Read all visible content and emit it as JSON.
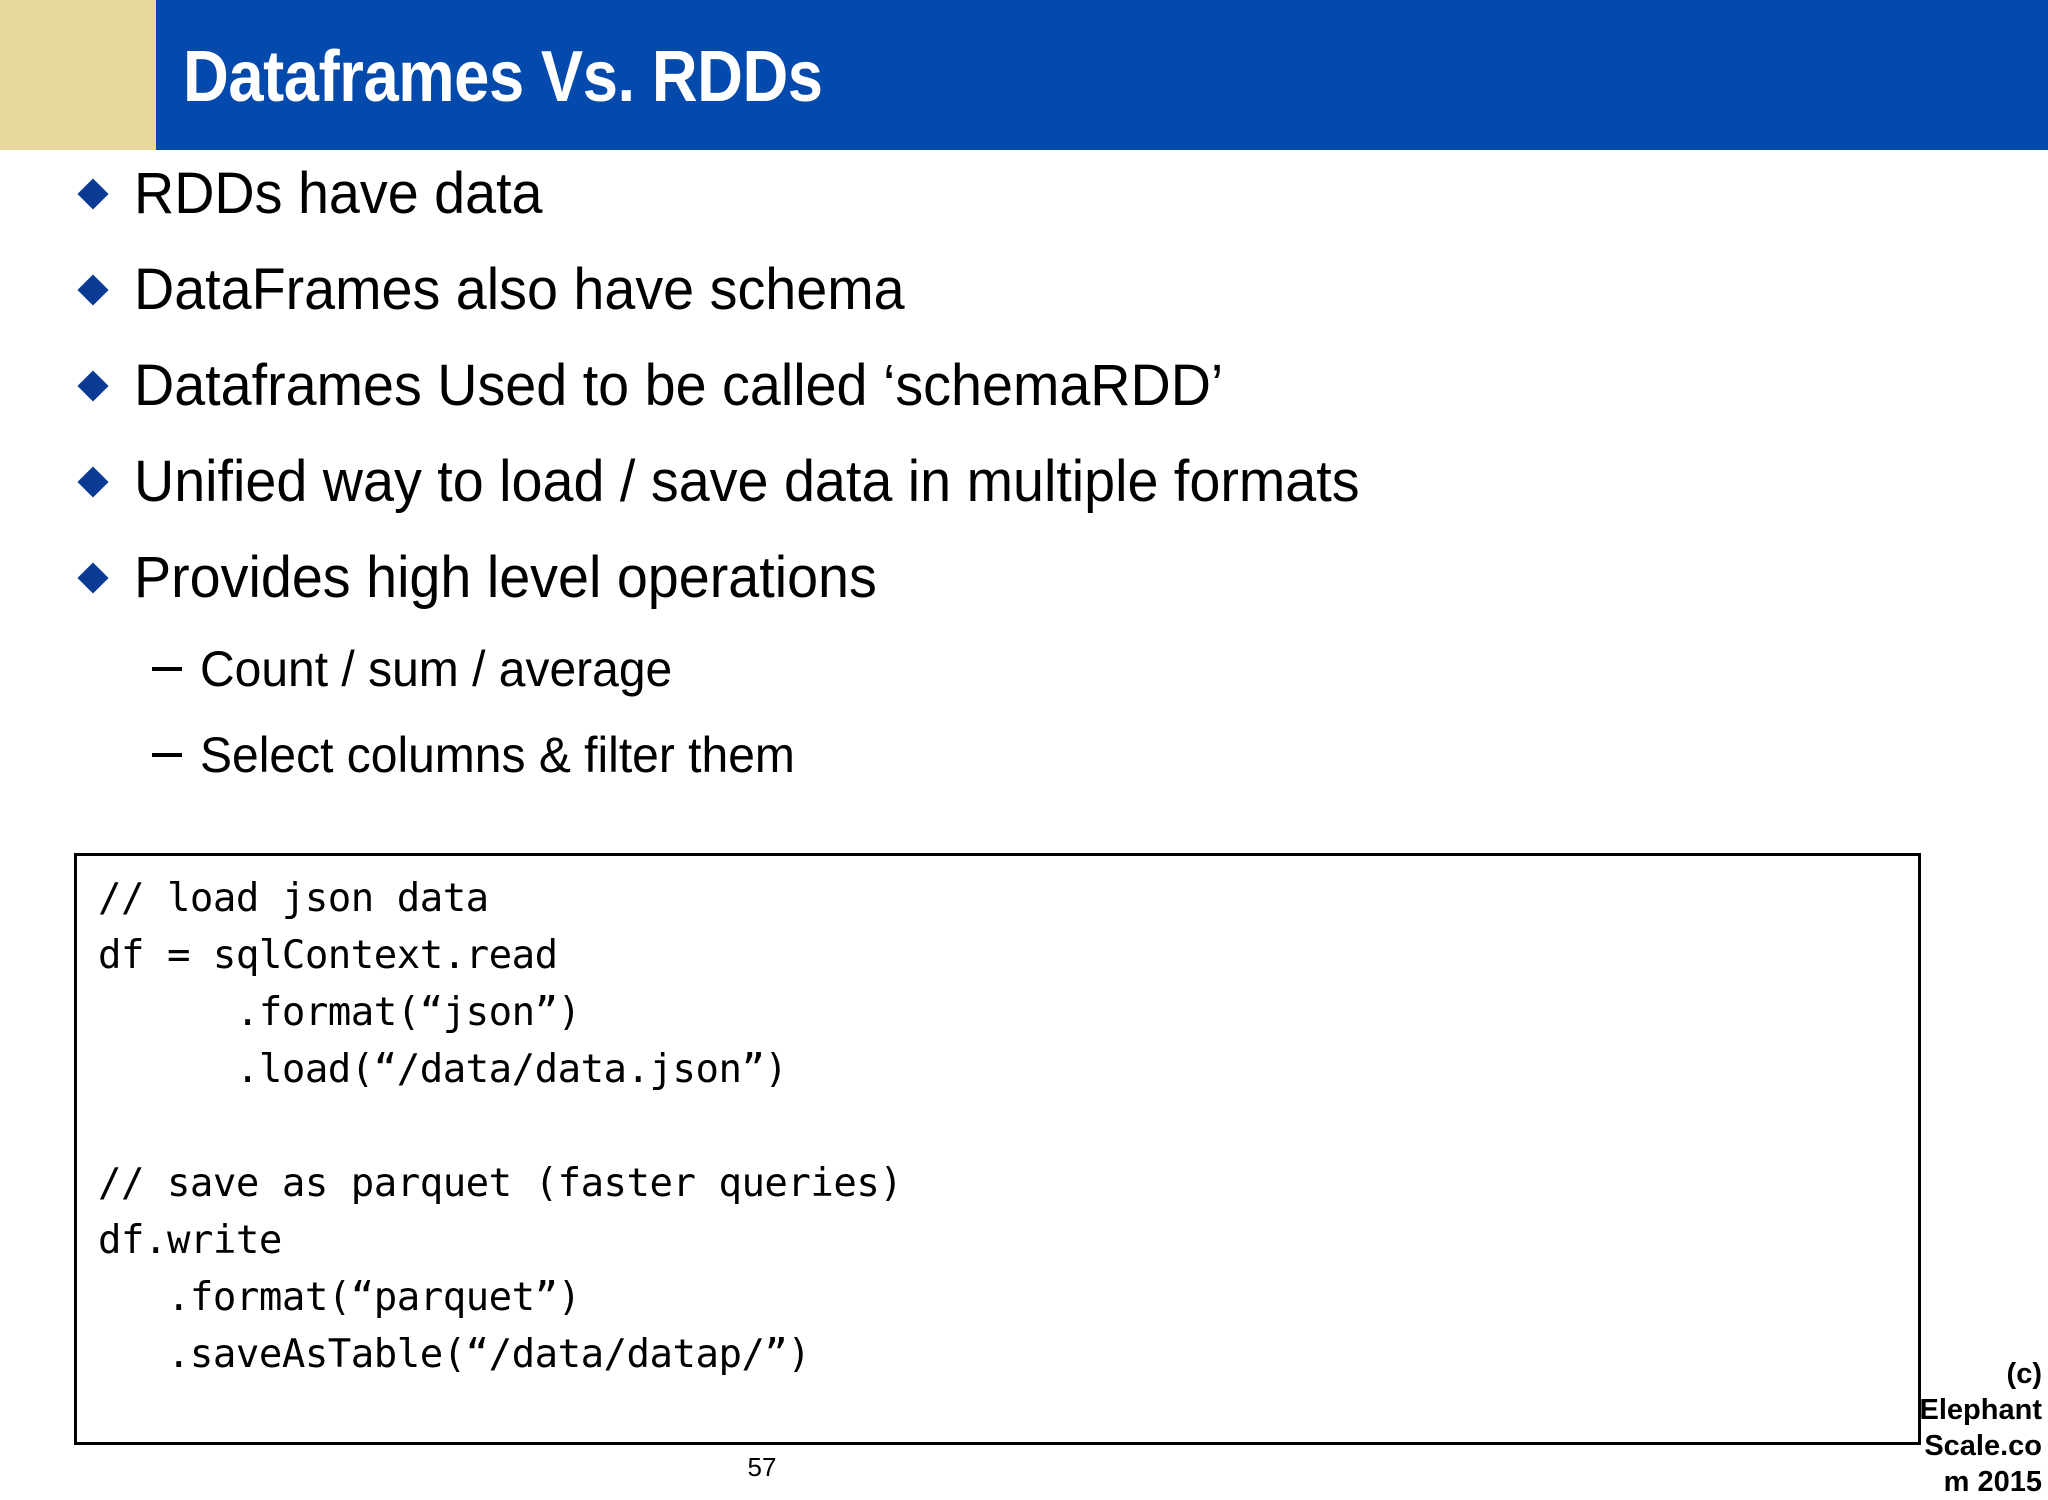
{
  "slide": {
    "title": "Dataframes Vs. RDDs",
    "page_number": "57",
    "colors": {
      "banner_blue": "#0449AC",
      "banner_beige": "#E7D79B",
      "bullet_diamond": "#0A3A94",
      "text": "#000000",
      "background": "#FFFFFF"
    }
  },
  "bullets": [
    {
      "level": 1,
      "marker": "diamond",
      "text": "RDDs have data"
    },
    {
      "level": 1,
      "marker": "diamond",
      "text": "DataFrames also have schema"
    },
    {
      "level": 1,
      "marker": "diamond",
      "text": "Dataframes Used to be called ‘schemaRDD’"
    },
    {
      "level": 1,
      "marker": "diamond",
      "text": "Unified way to load  / save data in multiple formats"
    },
    {
      "level": 1,
      "marker": "diamond",
      "text": "Provides high level operations"
    },
    {
      "level": 2,
      "marker": "dash",
      "text": "Count / sum / average"
    },
    {
      "level": 2,
      "marker": "dash",
      "text": "Select columns & filter them"
    }
  ],
  "code_block": {
    "lines": [
      "// load json data",
      "df = sqlContext.read",
      "      .format(“json”)",
      "      .load(“/data/data.json”)",
      "",
      "// save as parquet (faster queries)",
      "df.write",
      "   .format(“parquet”)",
      "   .saveAsTable(“/data/datap/”)"
    ],
    "text": "// load json data\ndf = sqlContext.read\n      .format(“json”)\n      .load(“/data/data.json”)\n\n// save as parquet (faster queries)\ndf.write\n   .format(“parquet”)\n   .saveAsTable(“/data/datap/”)"
  },
  "copyright": {
    "line1": "(c)",
    "line2": "Elephant",
    "line3": "Scale.co",
    "line4": "m  2015"
  }
}
